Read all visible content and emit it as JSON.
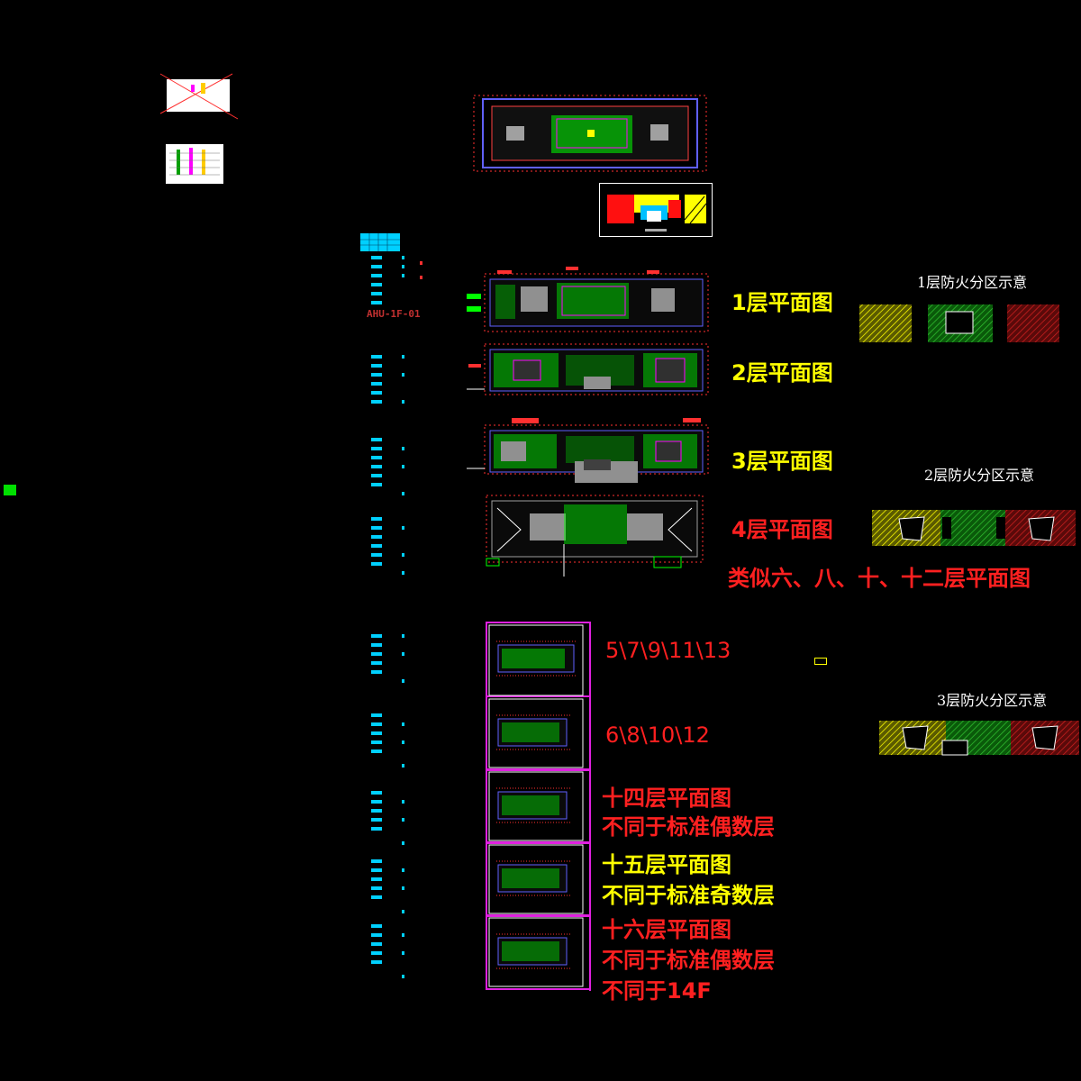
{
  "drawing": {
    "ahu_label": "AHU-1F-01",
    "floor_labels": [
      {
        "text": "1层平面图",
        "color": "yellow"
      },
      {
        "text": "2层平面图",
        "color": "yellow"
      },
      {
        "text": "3层平面图",
        "color": "yellow"
      },
      {
        "text": "4层平面图",
        "color": "red"
      }
    ],
    "similar_note": "类似六、八、十、十二层平面图",
    "odd_floors": "5\\7\\9\\11\\13",
    "even_floors": "6\\8\\10\\12",
    "floor14": {
      "title": "十四层平面图",
      "note": "不同于标准偶数层"
    },
    "floor15": {
      "title": "十五层平面图",
      "note": "不同于标准奇数层"
    },
    "floor16": {
      "title": "十六层平面图",
      "note": "不同于标准偶数层",
      "note2": "不同于14F"
    },
    "fire_zones": [
      {
        "label": "1层防火分区示意"
      },
      {
        "label": "2层防火分区示意"
      },
      {
        "label": "3层防火分区示意"
      }
    ]
  },
  "colors": {
    "yellow": "#ffff00",
    "red": "#ff2020",
    "magenta": "#e020e0",
    "green": "#00ff00",
    "cyan": "#00d0ff",
    "background": "#000000"
  }
}
